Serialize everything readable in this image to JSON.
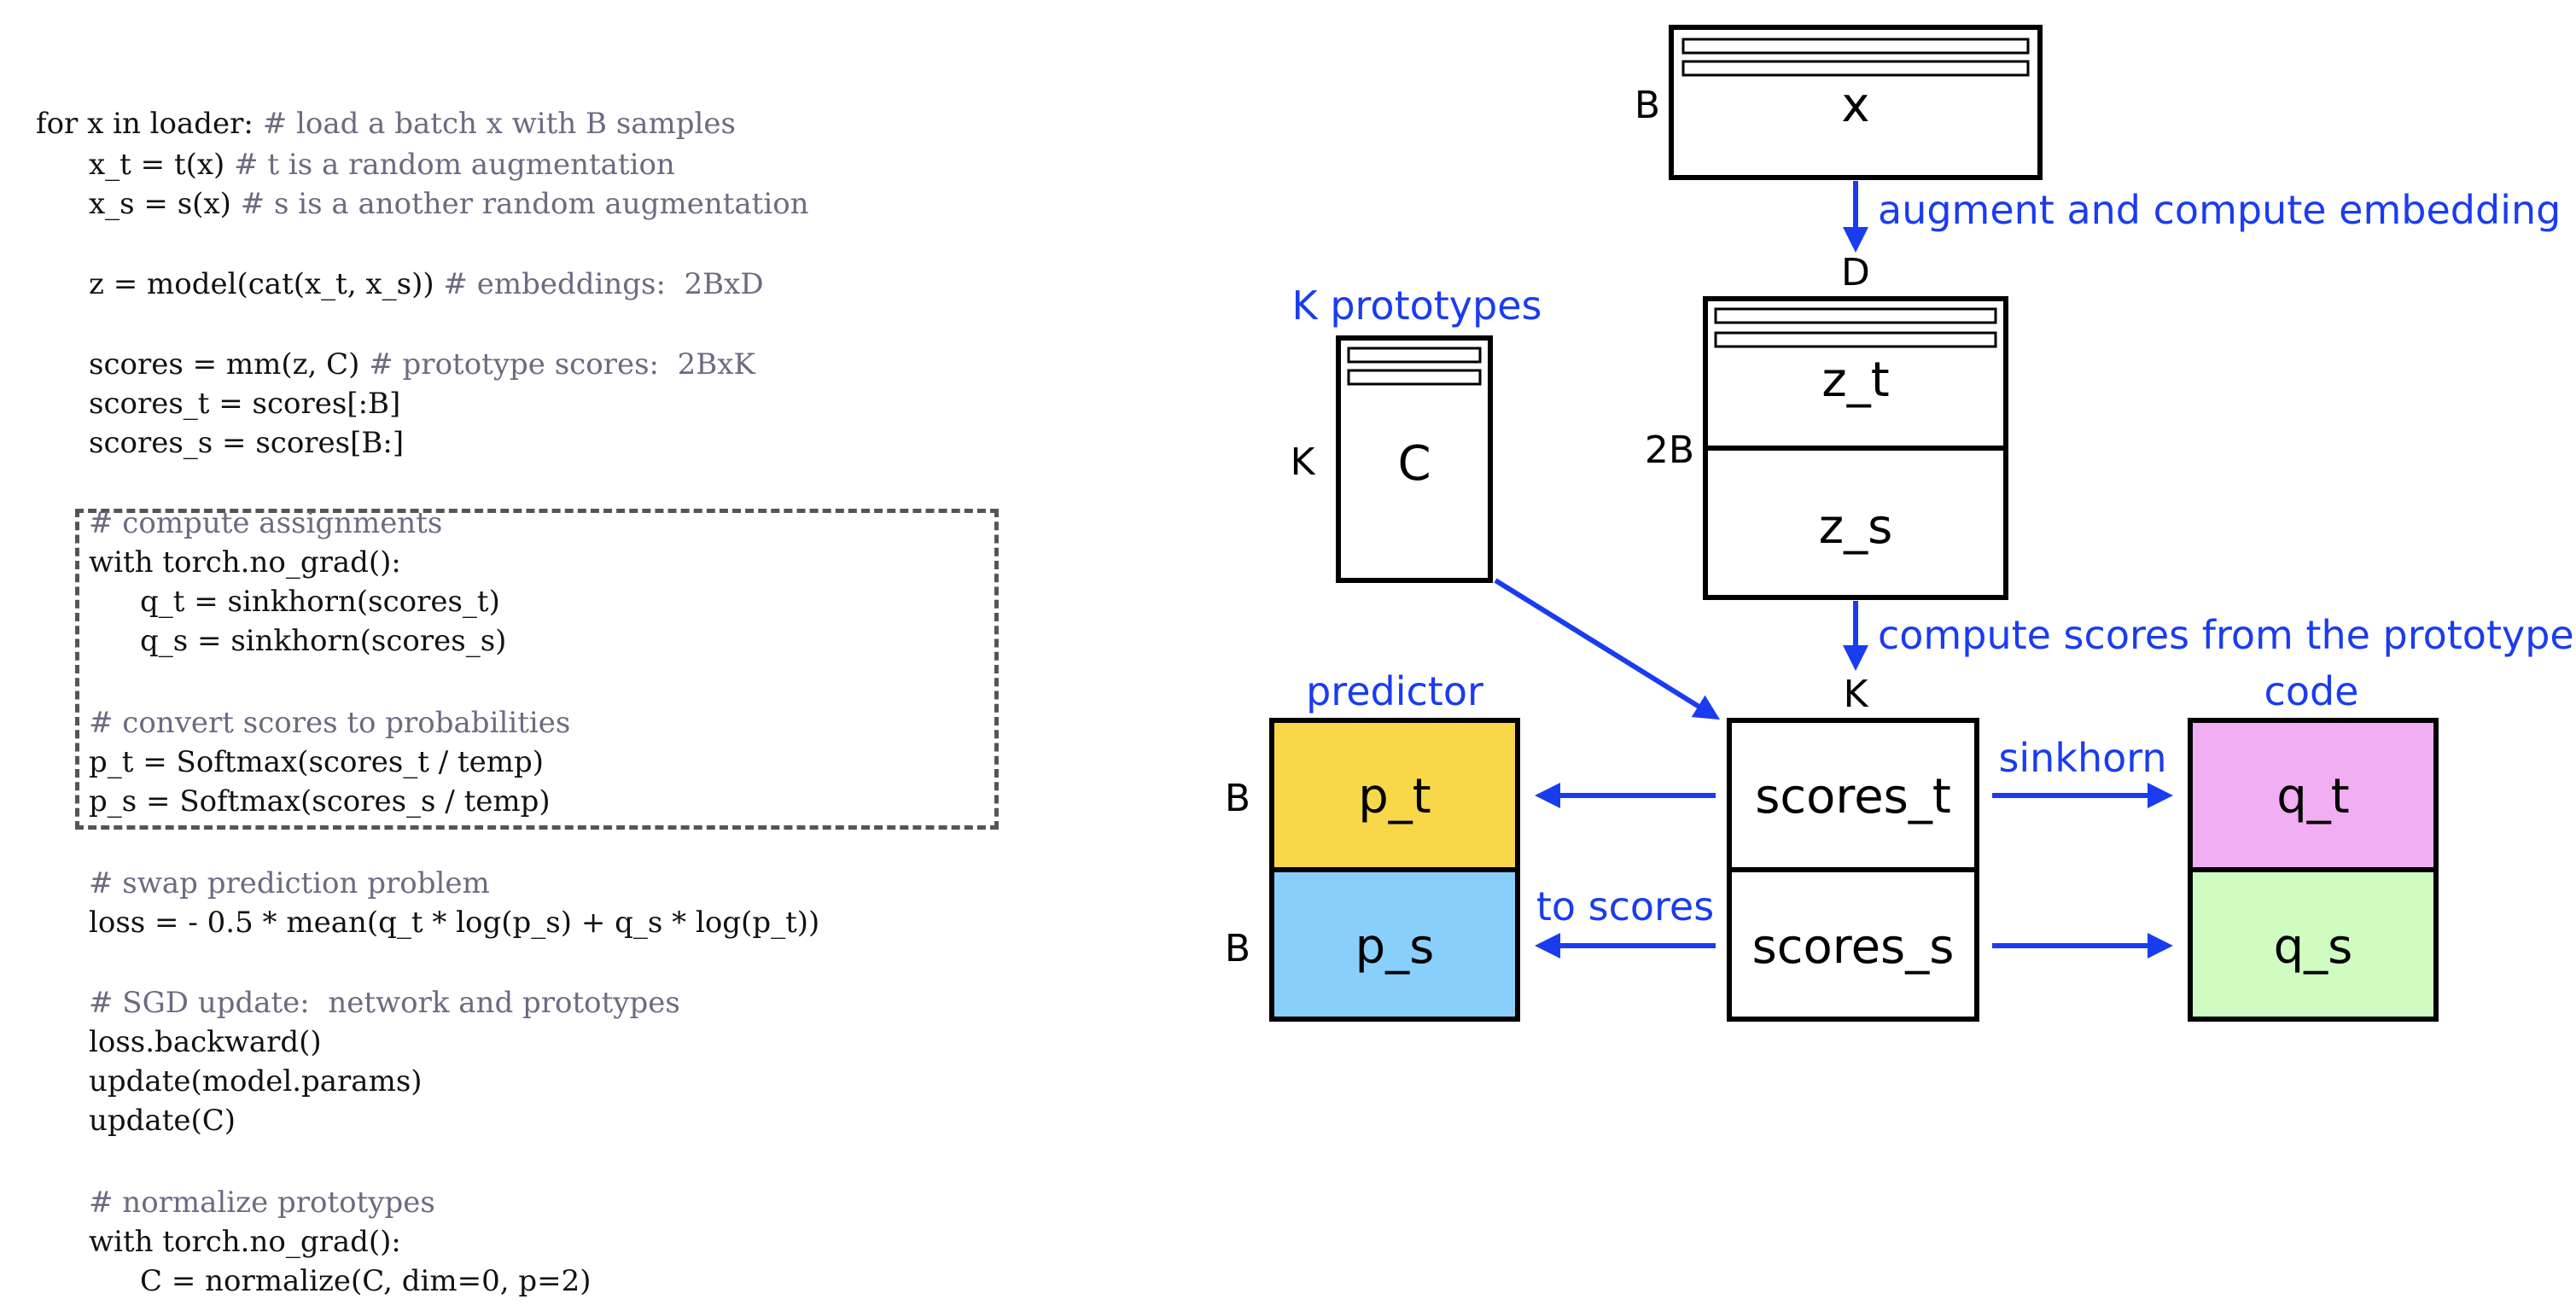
{
  "code": {
    "l1": [
      "for x in loader: ",
      "# load a batch x with B samples"
    ],
    "l2": [
      "x_t = t(x) ",
      "# t is a random augmentation"
    ],
    "l3": [
      "x_s = s(x) ",
      "# s is a another random augmentation"
    ],
    "l4": [
      "z = model(cat(x_t, x_s)) ",
      "# embeddings:  2BxD"
    ],
    "l5": [
      "scores = mm(z, C) ",
      "# prototype scores:  2BxK"
    ],
    "l6": "scores_t = scores[:B]",
    "l7": "scores_s = scores[B:]",
    "l8": "# compute assignments",
    "l9": "with torch.no_grad():",
    "l10": "q_t = sinkhorn(scores_t)",
    "l11": "q_s = sinkhorn(scores_s)",
    "l12": "# convert scores to probabilities",
    "l13": "p_t = Softmax(scores_t / temp)",
    "l14": "p_s = Softmax(scores_s / temp)",
    "l15": "# swap prediction problem",
    "l16": "loss = - 0.5 * mean(q_t * log(p_s) + q_s * log(p_t))",
    "l17": "# SGD update:  network and prototypes",
    "l18": "loss.backward()",
    "l19": "update(model.params)",
    "l20": "update(C)",
    "l21": "# normalize prototypes",
    "l22": "with torch.no_grad():",
    "l23": "C = normalize(C, dim=0, p=2)"
  },
  "diagram": {
    "x_box": {
      "label": "x",
      "dim": "B"
    },
    "augment_label": "augment and compute embedding",
    "z_box": {
      "dim_top": "D",
      "dim_side": "2B",
      "top_label": "z_t",
      "bottom_label": "z_s"
    },
    "prototypes": {
      "title": "K prototypes",
      "dim": "K",
      "label": "C"
    },
    "compute_scores_label": [
      "compute scores from the prototype",
      "code"
    ],
    "scores_box": {
      "dim_top": "K",
      "top_label": "scores_t",
      "bottom_label": "scores_s"
    },
    "predictor": {
      "title": "predictor",
      "dim_top": "B",
      "dim_bottom": "B",
      "top_label": "p_t",
      "bottom_label": "p_s"
    },
    "codes": {
      "top_label": "q_t",
      "bottom_label": "q_s"
    },
    "sinkhorn_label": "sinkhorn",
    "to_scores_label": "to scores"
  },
  "colors": {
    "arrow": "#1a3cf0",
    "p_t": "#f8d849",
    "p_s": "#88cffb",
    "q_t": "#f2aef2",
    "q_s": "#cffcc0"
  }
}
